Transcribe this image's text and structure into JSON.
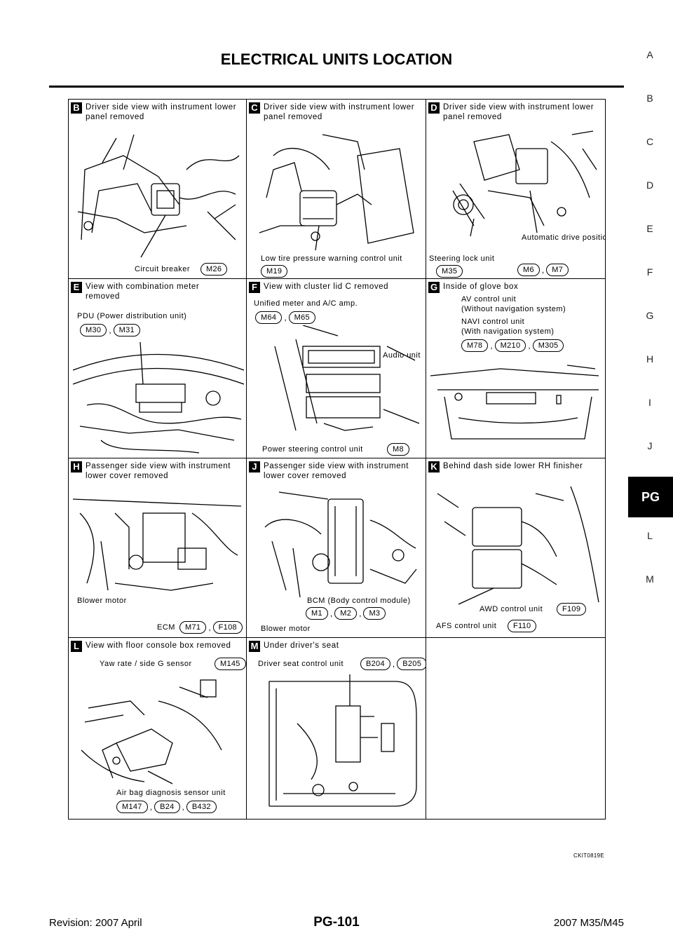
{
  "header": {
    "title": "ELECTRICAL UNITS LOCATION"
  },
  "side_tabs": [
    "A",
    "B",
    "C",
    "D",
    "E",
    "F",
    "G",
    "H",
    "I",
    "J",
    "PG",
    "L",
    "M"
  ],
  "active_tab": "PG",
  "panels": {
    "B": {
      "letter": "B",
      "title": "Driver side view with instrument lower panel removed",
      "labels": [
        "Circuit breaker"
      ],
      "connectors": [
        [
          "M26"
        ]
      ]
    },
    "C": {
      "letter": "C",
      "title": "Driver side view with instrument lower panel removed",
      "labels": [
        "Low tire pressure warning control unit"
      ],
      "connectors": [
        [
          "M19"
        ]
      ]
    },
    "D": {
      "letter": "D",
      "title": "Driver side view with instrument lower panel removed",
      "labels": [
        "Steering lock unit",
        "Automatic drive positioner control unit"
      ],
      "connectors": [
        [
          "M35"
        ],
        [
          "M6",
          "M7"
        ]
      ]
    },
    "E": {
      "letter": "E",
      "title": "View with combination meter removed",
      "labels": [
        "PDU (Power distribution unit)"
      ],
      "connectors": [
        [
          "M30",
          "M31"
        ]
      ]
    },
    "F": {
      "letter": "F",
      "title": "View with cluster lid C removed",
      "labels": [
        "Unified meter and A/C amp.",
        "Audio unit",
        "Power steering control unit"
      ],
      "connectors": [
        [
          "M64",
          "M65"
        ],
        [
          "M8"
        ]
      ]
    },
    "G": {
      "letter": "G",
      "title": "Inside of glove box",
      "labels": [
        "AV control unit",
        "(Without navigation system)",
        "NAVI control unit",
        "(With navigation system)"
      ],
      "connectors": [
        [
          "M78",
          "M210",
          "M305"
        ]
      ]
    },
    "H": {
      "letter": "H",
      "title": "Passenger side view with instrument lower cover removed",
      "labels": [
        "Blower motor",
        "ECM"
      ],
      "connectors": [
        [
          "M71",
          "F108"
        ]
      ]
    },
    "J": {
      "letter": "J",
      "title": "Passenger side view with instrument lower cover removed",
      "labels": [
        "BCM (Body control module)",
        "Blower motor"
      ],
      "connectors": [
        [
          "M1",
          "M2",
          "M3"
        ]
      ]
    },
    "K": {
      "letter": "K",
      "title": "Behind dash side lower RH finisher",
      "labels": [
        "AWD control unit",
        "AFS control unit"
      ],
      "connectors": [
        [
          "F109"
        ],
        [
          "F110"
        ]
      ]
    },
    "L": {
      "letter": "L",
      "title": "View with floor console box removed",
      "labels": [
        "Yaw rate / side G sensor",
        "Air bag diagnosis sensor unit"
      ],
      "connectors": [
        [
          "M145"
        ],
        [
          "M147",
          "B24",
          "B432"
        ]
      ]
    },
    "M": {
      "letter": "M",
      "title": "Under driver's seat",
      "labels": [
        "Driver seat control unit"
      ],
      "connectors": [
        [
          "B204",
          "B205"
        ]
      ]
    }
  },
  "image_code": "CKIT0819E",
  "footer": {
    "revision": "Revision: 2007 April",
    "page": "PG-101",
    "model": "2007 M35/M45"
  }
}
